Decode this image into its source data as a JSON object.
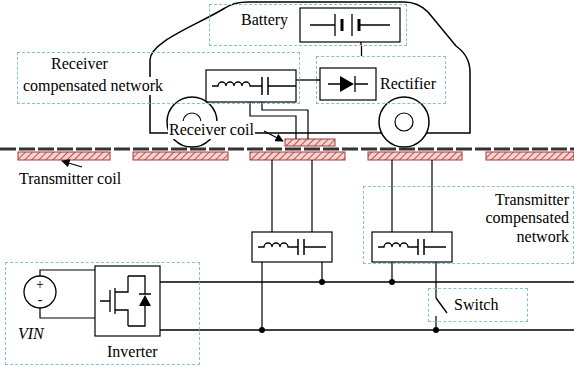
{
  "diagram": {
    "nodes": [
      {
        "text": [
          "Battery"
        ]
      },
      {
        "text": [
          "Receiver",
          "compensated network"
        ]
      },
      {
        "text": [
          "Rectifier"
        ]
      },
      {
        "text": [
          "Transmitter compensated network"
        ]
      },
      {
        "text": [
          "Switch"
        ]
      },
      {
        "text": [
          "VIN",
          "Inverter"
        ]
      }
    ],
    "edges": [
      {
        "from": 1,
        "to": 2,
        "arrow": "none"
      },
      {
        "from": 2,
        "to": 0,
        "arrow": "none"
      }
    ],
    "labels": [
      "Receiver coil",
      "Transmitter coil",
      "+",
      "-"
    ]
  }
}
